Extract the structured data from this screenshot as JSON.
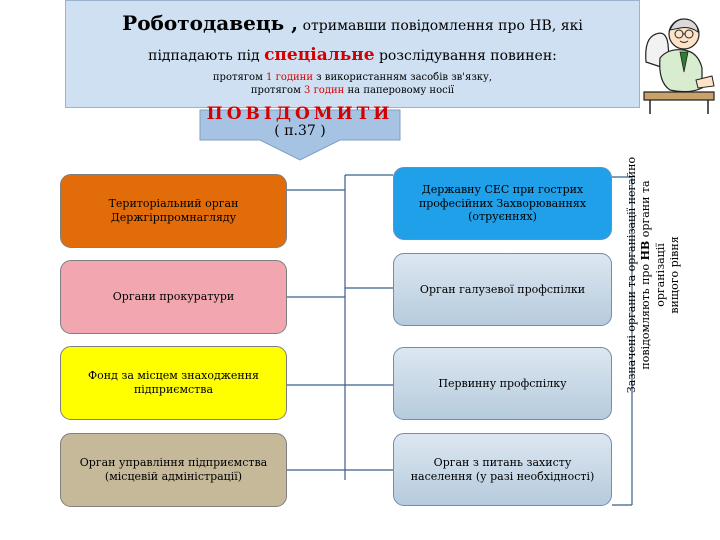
{
  "header": {
    "title_bold": "Роботодавець ,",
    "title_rest": " отримавши повідомлення про НВ, які",
    "line2_start": "підпадають під ",
    "line2_special": "спеціальне",
    "line2_end": " розслідування повинен:",
    "line3_start": "протягом ",
    "line3_time": "1 години",
    "line3_end": " з використанням засобів зв'язку,",
    "line4_start": "протягом ",
    "line4_time": "3 годин",
    "line4_end": " на паперовому носії"
  },
  "notify_word": "ПОВІДОМИТИ",
  "point_ref": "( п.37 )",
  "left_boxes": [
    {
      "text": "Територіальний орган Держгірпромнагляду",
      "color": "#e36c0a"
    },
    {
      "text": "Органи прокуратури",
      "color": "#f2a7b0"
    },
    {
      "text": "Фонд за місцем знаходження підприємства",
      "color": "#ffff00"
    },
    {
      "text": "Орган управління підприємства (місцевій адміністрації)",
      "color": "#c5b99a"
    }
  ],
  "right_boxes": [
    {
      "text": "Державну СЕС при гострих професійних Захворюваннях (отруєннях)"
    },
    {
      "text": "Орган галузевої профспілки"
    },
    {
      "text": "Первинну профспілку"
    },
    {
      "text": "Орган з питань захисту населення (у разі необхідності)"
    }
  ],
  "side_note": {
    "line1": "Зазначені органи та організації негайно",
    "line2_start": "повідомляють про ",
    "line2_bold": "НВ",
    "line2_end": " органи та організації",
    "line3": "вищого рівня"
  },
  "colors": {
    "header_bg": "#cfe0f2",
    "arrow": "#a7c3e3",
    "notify": "#d40000",
    "first_right": "#1fa0e8",
    "side_line": "#3a5f8a"
  },
  "icons": {
    "character": "office-worker-at-desk-icon"
  }
}
